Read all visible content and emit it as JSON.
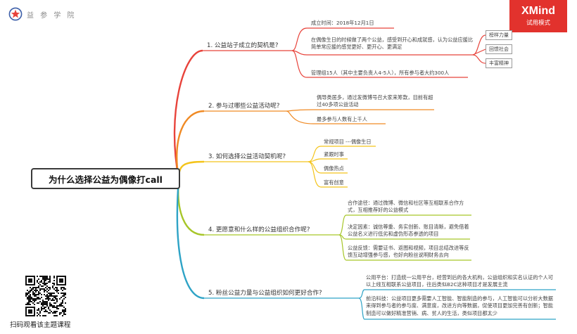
{
  "logo": {
    "name": "益 参 学 院"
  },
  "watermark": {
    "brand": "XMind",
    "mode": "试用模式"
  },
  "central_topic": "为什么选择公益为偶像打call",
  "branches": [
    {
      "title": "1. 公益站子成立的契机是?",
      "color": "#e8433b",
      "nodes": [
        "成立时间：2018年12月1日",
        "在偶像生日的时候做了两个公益，感受到开心和成就感，认为公益应援比简单常应援的感觉更好、更开心、更满足",
        "管理组15人（其中主要负责人4-5人），所有参与者大约300人"
      ],
      "subnodes": [
        "榜样力量",
        "回馈社会",
        "丰富精神"
      ]
    },
    {
      "title": "2. 参与过哪些公益活动呢?",
      "color": "#f08a24",
      "nodes": [
        "偶导类居多，通过发微博号召大家来筹款，目前有超过40多项公益活动",
        "最多参与人数有上千人"
      ]
    },
    {
      "title": "3. 如何选择公益活动契机呢?",
      "color": "#f4c41a",
      "nodes": [
        "常规项目 ---偶像生日",
        "紧跟时事",
        "偶像热点",
        "富有创意"
      ]
    },
    {
      "title": "4. 更愿意和什么样的公益组织合作呢?",
      "color": "#a7c629",
      "nodes": [
        "合作途径：通过微博、微信和社区等互相联系合作方式，互相推荐好的公益模式",
        "决定因素：诚信尊重、务实创新、账目清晰，避免借着公益名义进行低劣和虚伪形态参透的项目",
        "公益反馈：需要证书、返图和视频，项目总结改进等反馈互动增强参与感，也好向粉丝说明财务去向"
      ]
    },
    {
      "title": "5. 粉丝公益力量与公益组织如何更好合作?",
      "color": "#2ea3c6",
      "nodes": [
        "公用平台：打造统一公用平台，经营到后的各大机构，公益组织和实名认证的个人可以上线互相联系公益项目，往后类似B2C这种项目才是发展主流",
        "前沿科技：公益项目更多需要人工智能、智能制造的参与，人工智能可以分析大数据来得到参与者的参与度、满意度，改进方向等数据，促使项目更加完善有创新；智能制造可以做好精准营销、病、贫人的生活，类似项目都太少"
      ]
    }
  ],
  "qr": {
    "caption": "扫码观看该主题课程"
  }
}
